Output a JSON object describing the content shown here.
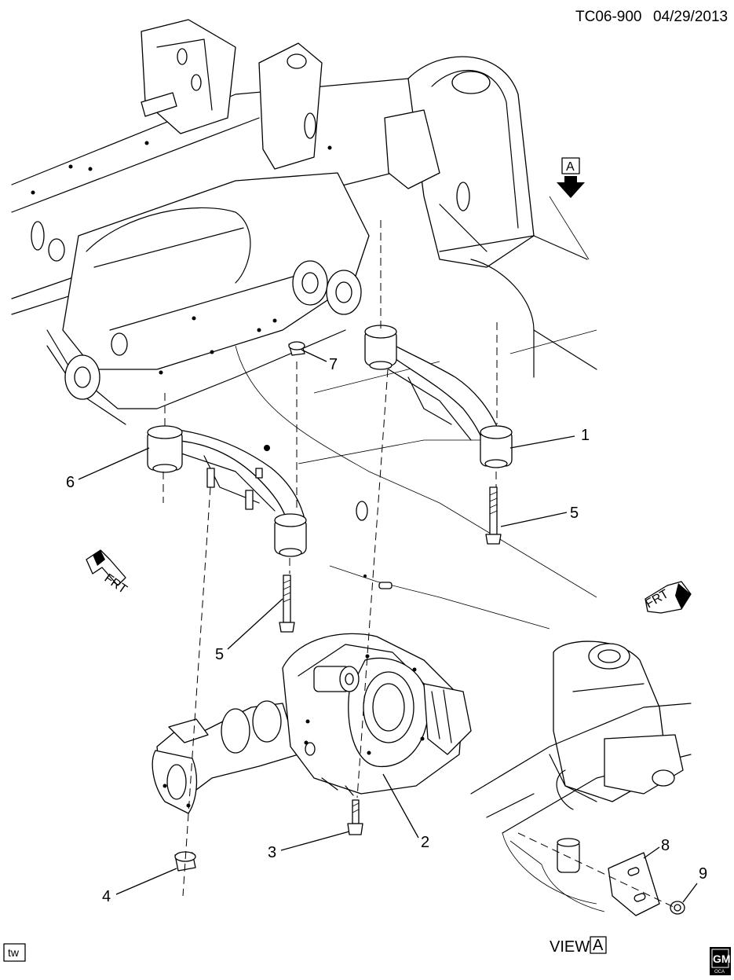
{
  "header": {
    "code": "TC06-900",
    "date": "04/29/2013"
  },
  "view_marker": {
    "letter": "A"
  },
  "view_label": {
    "word": "VIEW",
    "letter": "A"
  },
  "tw_label": "tw",
  "gm_logo": {
    "text": "GM",
    "sub": "OCA"
  },
  "front_arrows": [
    {
      "text": "FRT"
    },
    {
      "text": "FRT"
    }
  ],
  "callouts": [
    {
      "num": "1"
    },
    {
      "num": "2"
    },
    {
      "num": "3"
    },
    {
      "num": "4"
    },
    {
      "num": "5"
    },
    {
      "num": "5"
    },
    {
      "num": "6"
    },
    {
      "num": "7"
    },
    {
      "num": "8"
    },
    {
      "num": "9"
    }
  ],
  "icons": {
    "view_arrow": "down-arrow-icon",
    "front": "front-direction-icon",
    "logo": "gm-logo-icon"
  }
}
